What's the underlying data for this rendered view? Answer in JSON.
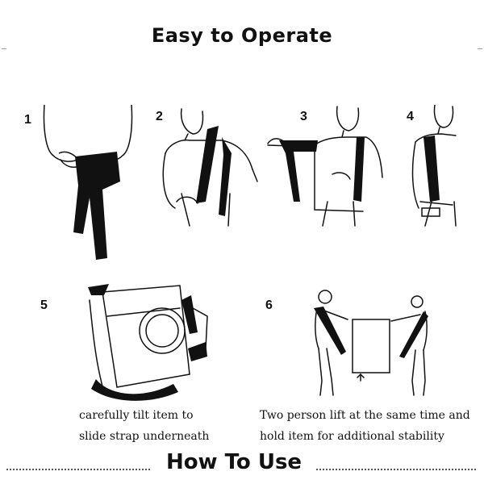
{
  "header": {
    "title": "Easy to Operate"
  },
  "steps": [
    {
      "number": "1"
    },
    {
      "number": "2"
    },
    {
      "number": "3"
    },
    {
      "number": "4"
    },
    {
      "number": "5",
      "caption_lines": [
        "carefully tilt item to",
        "slide strap underneath"
      ]
    },
    {
      "number": "6",
      "caption_lines": [
        "Two person lift at the same time and",
        "hold item for additional stability"
      ]
    }
  ],
  "footer": {
    "title": "How To Use"
  },
  "icons": [
    "up-arrow-icon"
  ]
}
